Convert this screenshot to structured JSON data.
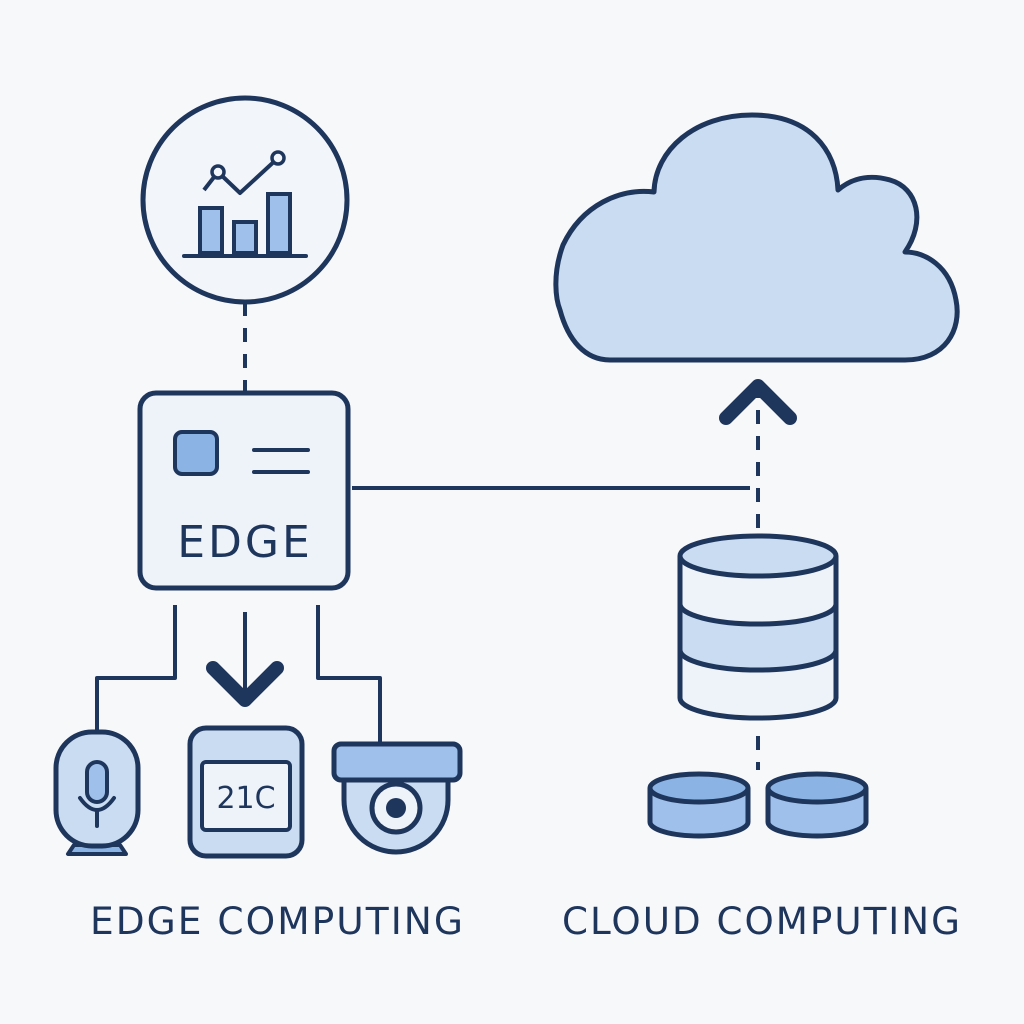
{
  "colors": {
    "stroke": "#1e355c",
    "fill_light": "#c9dcf1",
    "fill_mid": "#9ec0ea",
    "fill_dark": "#8bb3e3",
    "panel": "#eef3fa",
    "background": "#f7f8fa"
  },
  "analytics_node": {
    "icon": "analytics-chart-icon"
  },
  "edge_node": {
    "label": "EDGE",
    "icon": "edge-server-icon"
  },
  "devices": {
    "microphone": {
      "icon": "microphone-icon"
    },
    "thermostat": {
      "icon": "thermostat-icon",
      "reading": "21C"
    },
    "camera": {
      "icon": "security-camera-icon"
    }
  },
  "cloud_node": {
    "icon": "cloud-icon"
  },
  "storage": {
    "database": {
      "icon": "database-icon"
    },
    "disks": [
      "disk-icon",
      "disk-icon"
    ]
  },
  "captions": {
    "edge": "EDGE COMPUTING",
    "cloud": "CLOUD COMPUTING"
  }
}
